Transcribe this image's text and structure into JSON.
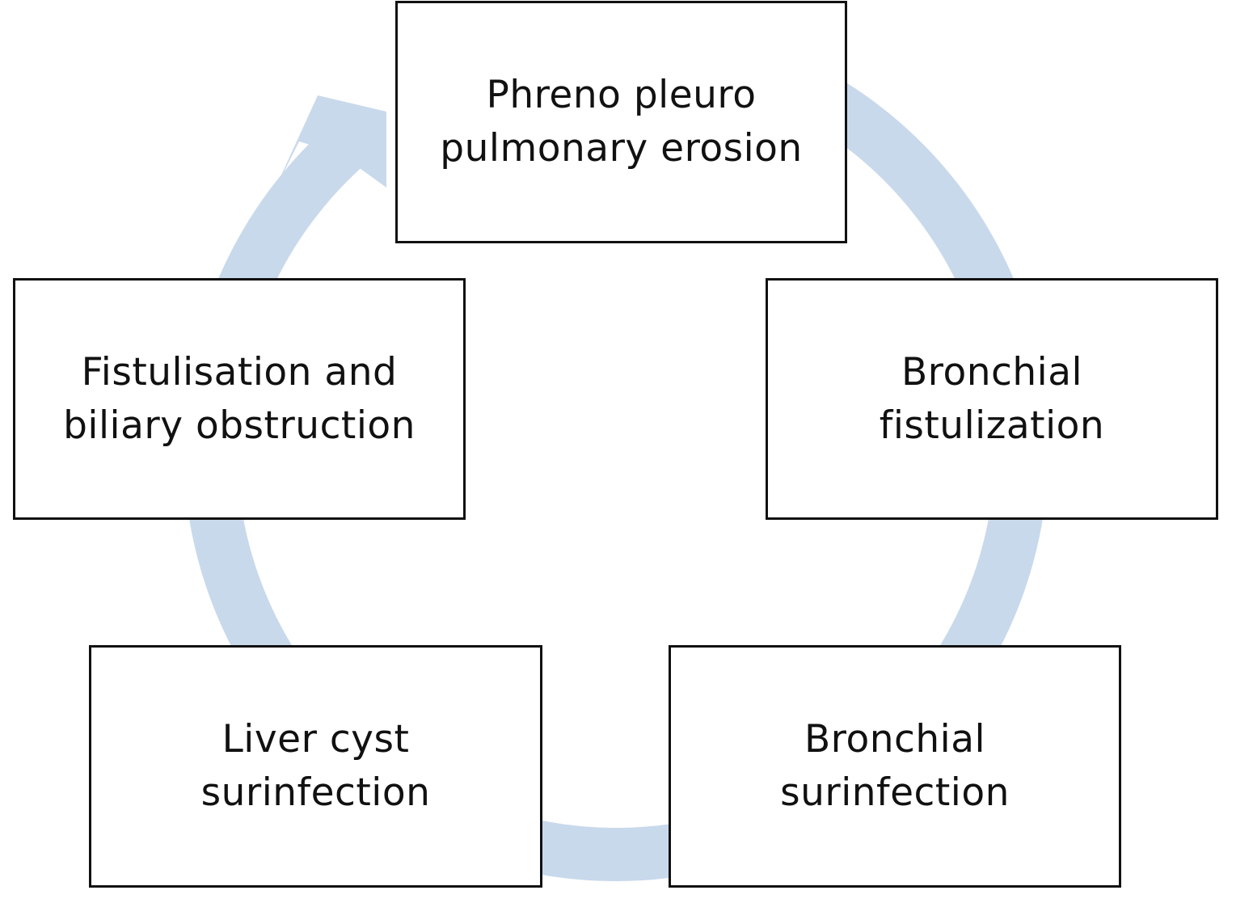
{
  "diagram": {
    "type": "cycle",
    "direction": "clockwise",
    "arrow_color": "#c9d9ec",
    "border_color": "#111111",
    "nodes": [
      {
        "id": "top",
        "label": "Phreno pleuro\npulmonary erosion"
      },
      {
        "id": "right",
        "label": "Bronchial\nfistulization"
      },
      {
        "id": "bottom-right",
        "label": "Bronchial\nsurinfection"
      },
      {
        "id": "bottom-left",
        "label": "Liver cyst\nsurinfection"
      },
      {
        "id": "left",
        "label": "Fistulisation and\nbiliary obstruction"
      }
    ]
  }
}
